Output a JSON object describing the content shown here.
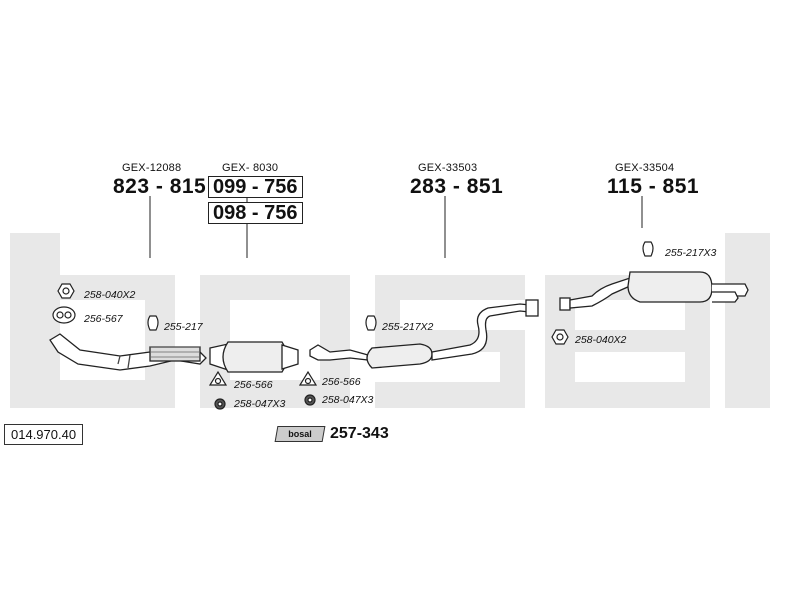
{
  "reference": "014.970.40",
  "watermark": "bosal",
  "kit_logo": "bosal",
  "parts": [
    {
      "gex": "GEX-12088",
      "number": "823 - 815"
    },
    {
      "gex": "GEX- 8030",
      "numbers": [
        "099 - 756",
        "098 - 756"
      ]
    },
    {
      "gex": "GEX-33503",
      "number": "283 - 851"
    },
    {
      "gex": "GEX-33504",
      "number": "115 - 851"
    }
  ],
  "fittings": {
    "f1": "258-040X2",
    "f2": "256-567",
    "f3": "255-217",
    "f4": "255-217X2",
    "f5": "256-566",
    "f6": "258-047X3",
    "f7": "256-566",
    "f8": "258-047X3",
    "f9": "255-217X3",
    "f10": "258-040X2"
  },
  "kit_number": "257-343",
  "colors": {
    "watermark": "#e6e6e6",
    "line": "#222222"
  }
}
